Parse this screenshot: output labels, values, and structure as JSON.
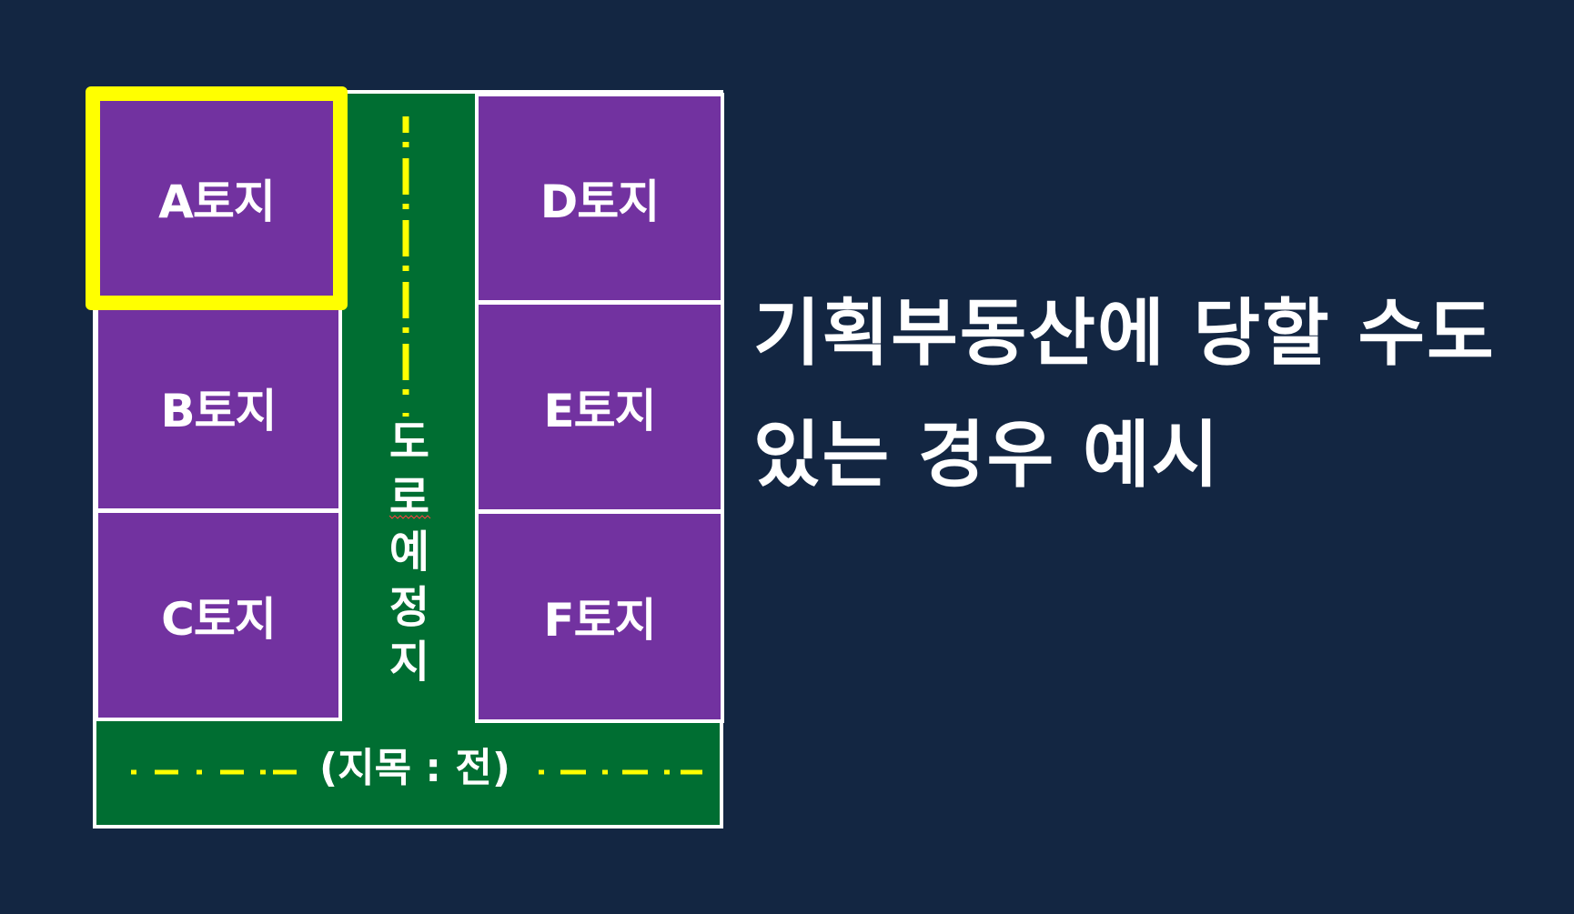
{
  "diagram": {
    "lots": [
      {
        "id": "A",
        "label": "A토지",
        "selected": true
      },
      {
        "id": "B",
        "label": "B토지",
        "selected": false
      },
      {
        "id": "C",
        "label": "C토지",
        "selected": false
      },
      {
        "id": "D",
        "label": "D토지",
        "selected": false
      },
      {
        "id": "E",
        "label": "E토지",
        "selected": false
      },
      {
        "id": "F",
        "label": "F토지",
        "selected": false
      }
    ],
    "road_vertical_label_chars": [
      "도",
      "로",
      "예",
      "정",
      "지"
    ],
    "road_horizontal_label": "(지목 : 전)",
    "colors": {
      "background": "#132642",
      "lot_fill": "#7232a0",
      "road_fill": "#006e32",
      "border": "#ffffff",
      "highlight": "#ffff00",
      "dash": "#ffff00"
    }
  },
  "caption": {
    "line1": "기획부동산에 당할 수도",
    "line2": "있는 경우 예시"
  }
}
